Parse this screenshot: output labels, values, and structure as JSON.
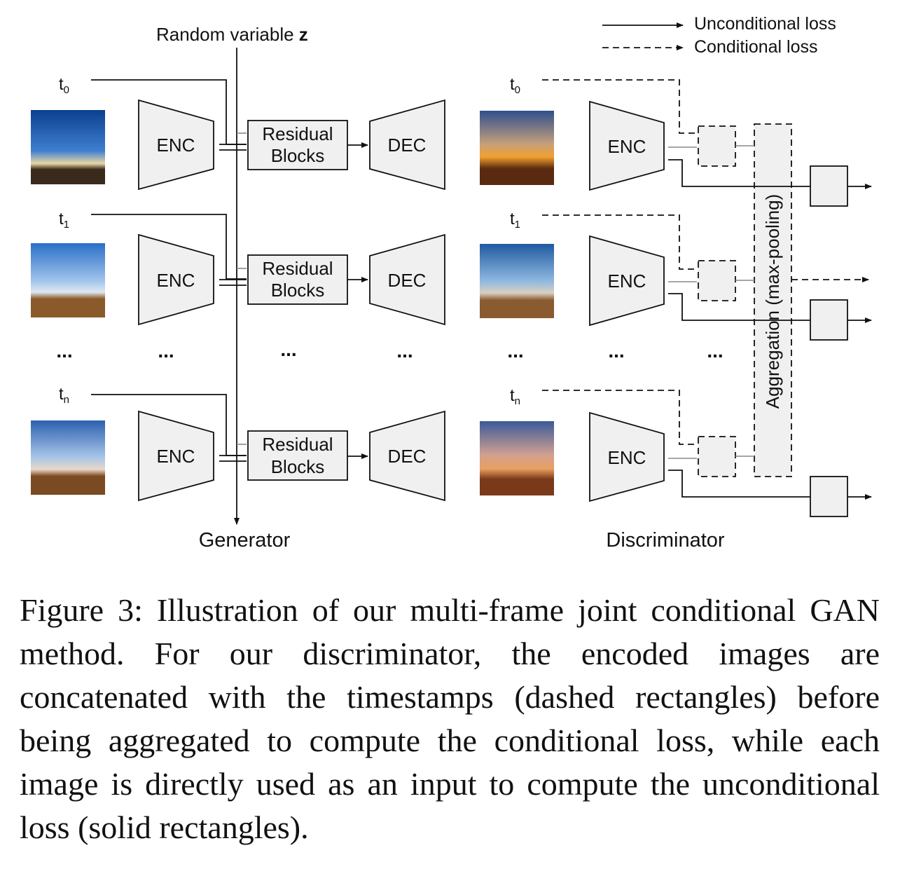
{
  "diagram": {
    "random_variable": "Random variable",
    "z_symbol": "z",
    "generator_label": "Generator",
    "discriminator_label": "Discriminator",
    "enc": "ENC",
    "dec": "DEC",
    "residual_line1": "Residual",
    "residual_line2": "Blocks",
    "aggregation": "Aggregation (max-pooling)",
    "ellipsis": "...",
    "t_base": "t",
    "t_subs": [
      "0",
      "1",
      "n"
    ],
    "legend": {
      "unconditional": "Unconditional loss",
      "conditional": "Conditional loss"
    }
  },
  "images": [
    {
      "row": "t0",
      "sky_top": "#0c3f8f",
      "sky_mid": "#3f7fd0",
      "horizon": "#e8d7a6",
      "ground": "#3a2a1c"
    },
    {
      "row": "t1",
      "sky_top": "#2a6fc7",
      "sky_mid": "#9fc3ec",
      "horizon": "#dfe7ef",
      "ground": "#8a5a2a"
    },
    {
      "row": "tn",
      "sky_top": "#2c60b0",
      "sky_mid": "#a9c6e8",
      "horizon": "#e9d7c6",
      "ground": "#7a4a22"
    },
    {
      "row": "t0-gen",
      "sky_top": "#2f4f8f",
      "sky_mid": "#c6a07a",
      "horizon": "#f2a030",
      "ground": "#5a2a10"
    },
    {
      "row": "t1-gen",
      "sky_top": "#1f5aa0",
      "sky_mid": "#8fb8e0",
      "horizon": "#d8d0c0",
      "ground": "#8a5a30"
    },
    {
      "row": "tn-gen",
      "sky_top": "#3a5a9a",
      "sky_mid": "#d0a090",
      "horizon": "#e9a060",
      "ground": "#7a3a1a"
    }
  ],
  "caption": "Figure 3: Illustration of our multi-frame joint conditional GAN method. For our discriminator, the encoded images are concatenated with the timestamps (dashed rectangles) before being aggregated to compute the conditional loss, while each image is directly used as an input to compute the unconditional loss (solid rectangles)."
}
